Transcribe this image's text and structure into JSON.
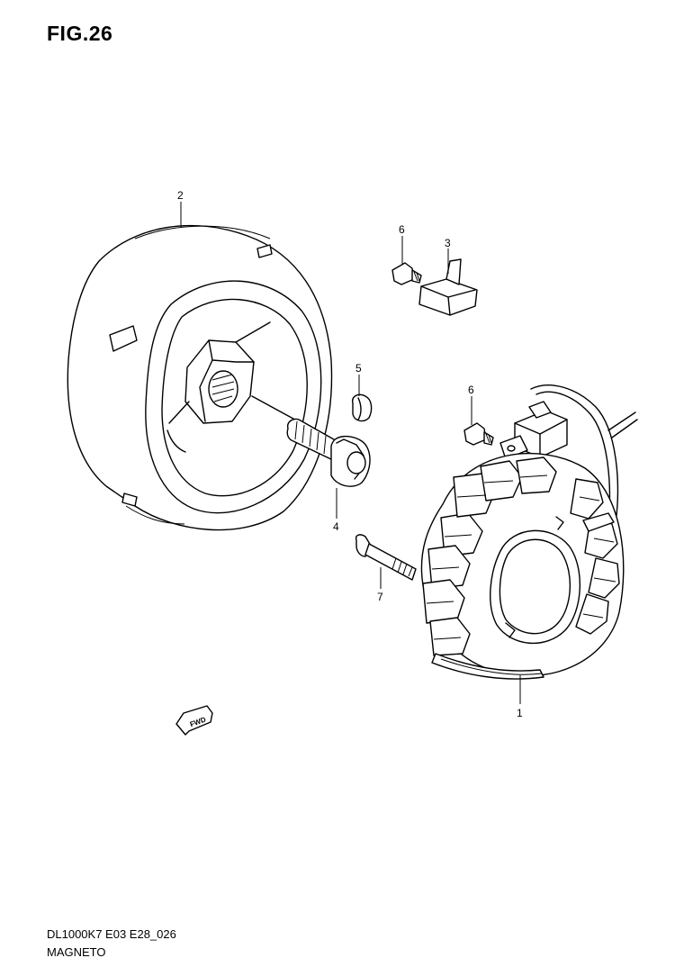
{
  "figure": {
    "title": "FIG.26",
    "code": "DL1000K7 E03 E28_026",
    "name": "MAGNETO",
    "direction_label": "FWD"
  },
  "callouts": [
    "1",
    "2",
    "3",
    "4",
    "5",
    "6",
    "6",
    "7"
  ]
}
